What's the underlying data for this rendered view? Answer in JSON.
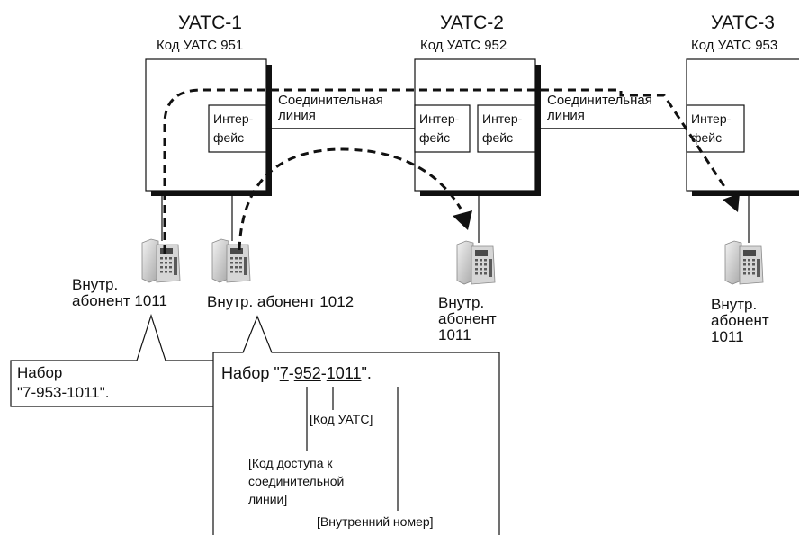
{
  "pbx": [
    {
      "title": "УАТС-1",
      "code": "Код УАТС 951"
    },
    {
      "title": "УАТС-2",
      "code": "Код УАТС 952"
    },
    {
      "title": "УАТС-3",
      "code": "Код УАТС 953"
    }
  ],
  "trunk_label": [
    "Соединительная",
    "линия"
  ],
  "interface_label": [
    "Интер-",
    "фейс"
  ],
  "extensions": {
    "pbx1_a": [
      "Внутр.",
      "абонент 1011"
    ],
    "pbx1_b": "Внутр. абонент 1012",
    "pbx2": [
      "Внутр.",
      "абонент",
      "1011"
    ],
    "pbx3": [
      "Внутр.",
      "абонент",
      "1011"
    ]
  },
  "callout_left": [
    "Набор",
    "\"7-953-1011\"."
  ],
  "callout_right": {
    "prefix": "Набор \"",
    "part1": "7",
    "sep1": "-",
    "part2": "952",
    "sep2": "-",
    "part3": "1011",
    "suffix": "\".",
    "pbx_code_note": "[Код УАТС]",
    "trunk_access_note": [
      "[Код доступа к",
      "соединительной",
      "линии]"
    ],
    "ext_number_note": "[Внутренний номер]"
  }
}
